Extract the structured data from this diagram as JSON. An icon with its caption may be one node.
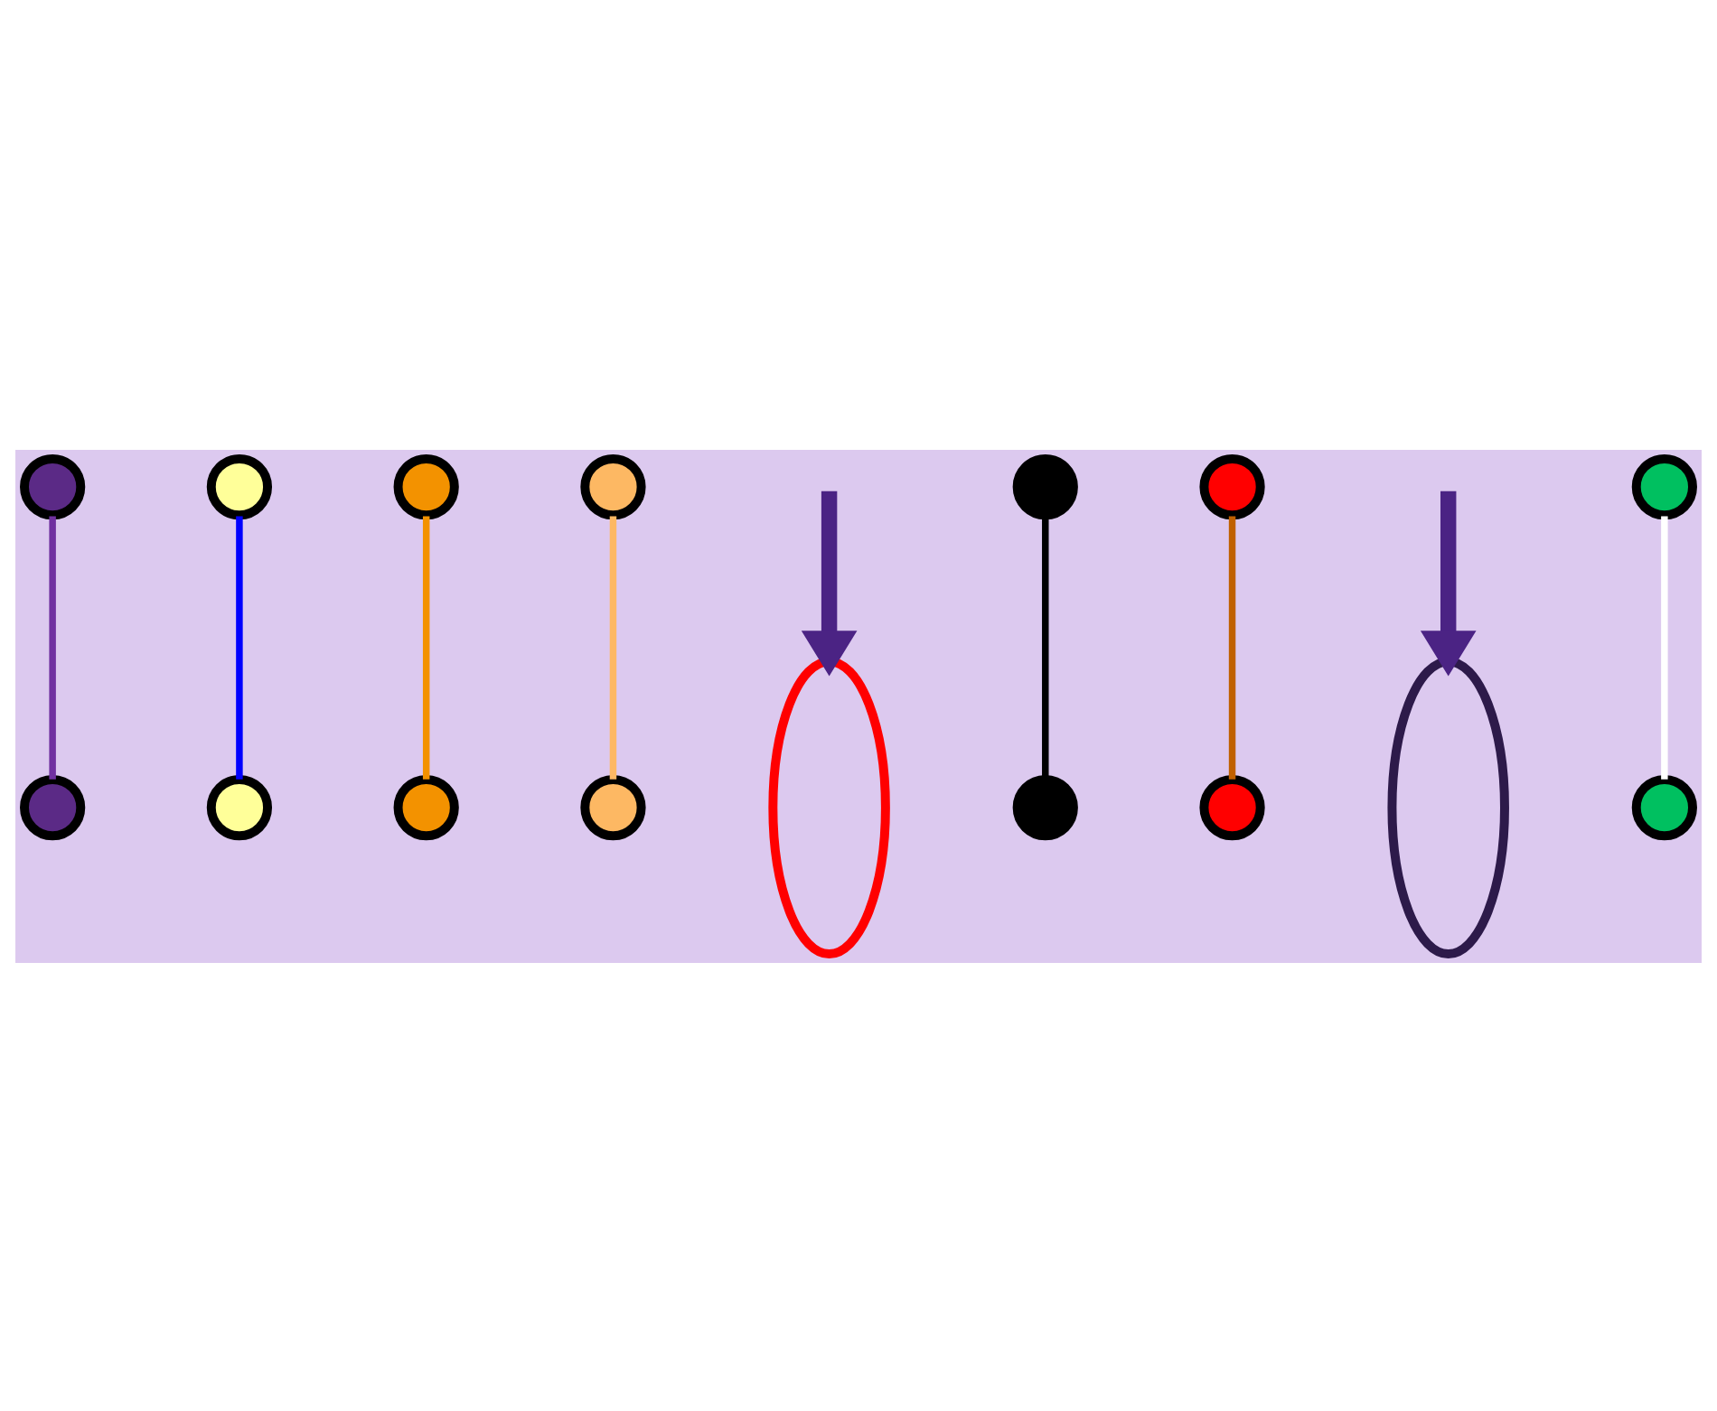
{
  "diagram": {
    "nodes": [
      {
        "text": [],
        "shape": "circle"
      },
      {
        "text": [],
        "shape": "circle"
      },
      {
        "text": [],
        "shape": "circle"
      },
      {
        "text": [],
        "shape": "circle"
      },
      {
        "text": [],
        "shape": "ellipse"
      },
      {
        "text": [],
        "shape": "circle"
      },
      {
        "text": [],
        "shape": "circle"
      },
      {
        "text": [],
        "shape": "circle"
      },
      {
        "text": [],
        "shape": "ellipse"
      },
      {
        "text": [],
        "shape": "circle"
      },
      {
        "text": [],
        "shape": "circle"
      },
      {
        "text": [],
        "shape": "circle"
      },
      {
        "text": [],
        "shape": "circle"
      },
      {
        "text": [],
        "shape": "circle"
      },
      {
        "text": [],
        "shape": "circle"
      },
      {
        "text": [],
        "shape": "circle"
      }
    ],
    "edges": [
      {
        "from": 0,
        "to": 5,
        "arrow": "none",
        "color": "#7030a0"
      },
      {
        "from": 1,
        "to": 12,
        "arrow": "none",
        "color": "#0000ff"
      },
      {
        "from": 2,
        "to": 15,
        "arrow": "none",
        "color": "#f39200"
      },
      {
        "from": 3,
        "to": 13,
        "arrow": "none",
        "color": "#fdb863"
      },
      {
        "from": 6,
        "to": 14,
        "arrow": "none",
        "color": "#000000"
      },
      {
        "from": 7,
        "to": 11,
        "arrow": "none",
        "color": "#c06000"
      },
      {
        "from": 9,
        "to": 10,
        "arrow": "none",
        "color": "#ffffff"
      },
      {
        "from": null,
        "to": 4,
        "arrow": "to",
        "style": "thick",
        "color": "#4b2384"
      },
      {
        "from": null,
        "to": 8,
        "arrow": "to",
        "style": "thick",
        "color": "#4b2384"
      }
    ]
  }
}
